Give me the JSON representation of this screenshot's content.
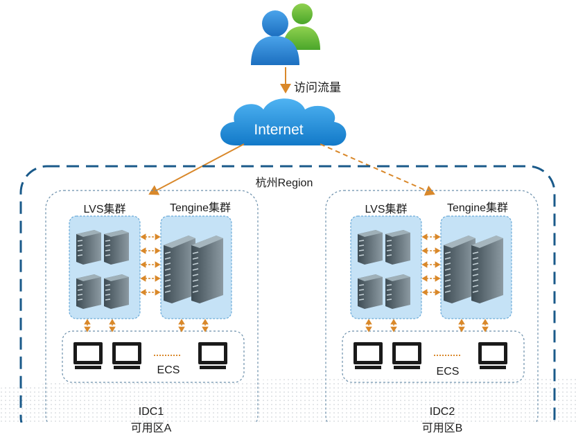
{
  "users": {
    "icon": "users-icon",
    "colors": [
      "#2a7fd4",
      "#5cb82e"
    ]
  },
  "traffic_label": "访问流量",
  "internet_label": "Internet",
  "region_label": "杭州Region",
  "idcs": [
    {
      "title": "IDC1",
      "zone": "可用区A",
      "lvs_label": "LVS集群",
      "tengine_label": "Tengine集群",
      "ecs_label": "ECS"
    },
    {
      "title": "IDC2",
      "zone": "可用区B",
      "lvs_label": "LVS集群",
      "tengine_label": "Tengine集群",
      "ecs_label": "ECS"
    }
  ],
  "colors": {
    "region_border": "#1a5a8a",
    "cloud": "#1e8fdc",
    "arrow": "#d9882a",
    "cluster_fill": "#c5e2f6",
    "cluster_border": "#6aaad8",
    "server": "#5a6a72",
    "monitor": "#1a1a1a"
  }
}
